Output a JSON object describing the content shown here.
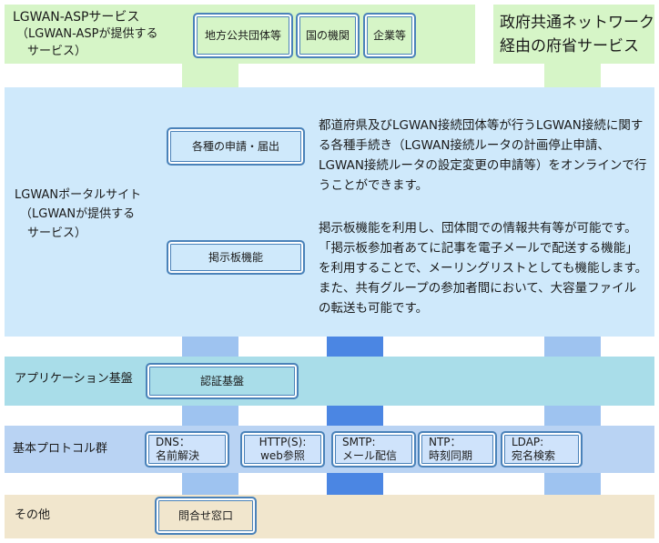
{
  "top": {
    "lgwan_asp": {
      "line1": "LGWAN-ASPサービス",
      "line2": "（LGWAN-ASPが提供する",
      "line3": "サービス）"
    },
    "buttons": [
      "地方公共団体等",
      "国の機関",
      "企業等"
    ],
    "gov": {
      "line1": "政府共通ネットワーク",
      "line2": "経由の府省サービス"
    }
  },
  "portal": {
    "label_line1": "LGWANポータルサイト",
    "label_line2": "（LGWANが提供する",
    "label_line3": "サービス）",
    "apply_button": "各種の申請・届出",
    "apply_desc": "都道府県及びLGWAN接続団体等が行うLGWAN接続に関する各種手続き（LGWAN接続ルータの計画停止申請、LGWAN接続ルータの設定変更の申請等）をオンラインで行うことができます。",
    "board_button": "掲示板機能",
    "board_desc": "掲示板機能を利用し、団体間での情報共有等が可能です。「掲示板参加者あてに記事を電子メールで配送する機能」を利用することで、メーリングリストとしても機能します。また、共有グループの参加者間において、大容量ファイルの転送も可能です。"
  },
  "app_platform": {
    "label": "アプリケーション基盤",
    "auth_button": "認証基盤"
  },
  "protocols": {
    "label": "基本プロトコル群",
    "items": [
      {
        "line1": "DNS：",
        "line2": "名前解決"
      },
      {
        "line1": "HTTP(S):",
        "line2": "web参照"
      },
      {
        "line1": "SMTP:",
        "line2": "メール配信"
      },
      {
        "line1": "NTP：",
        "line2": "時刻同期"
      },
      {
        "line1": "LDAP:",
        "line2": "宛名検索"
      }
    ]
  },
  "other": {
    "label": "その他",
    "contact_button": "問合せ窓口"
  },
  "colors": {
    "green_band": "#d6f5c7",
    "portal_band": "#cfe9fb",
    "app_band": "#a9dde9",
    "protocol_band": "#b9d3f3",
    "other_band": "#f1e6cd",
    "connector_light": "#9ec3f0",
    "connector_dark": "#4b86e3",
    "button_border": "#4a82b9"
  }
}
